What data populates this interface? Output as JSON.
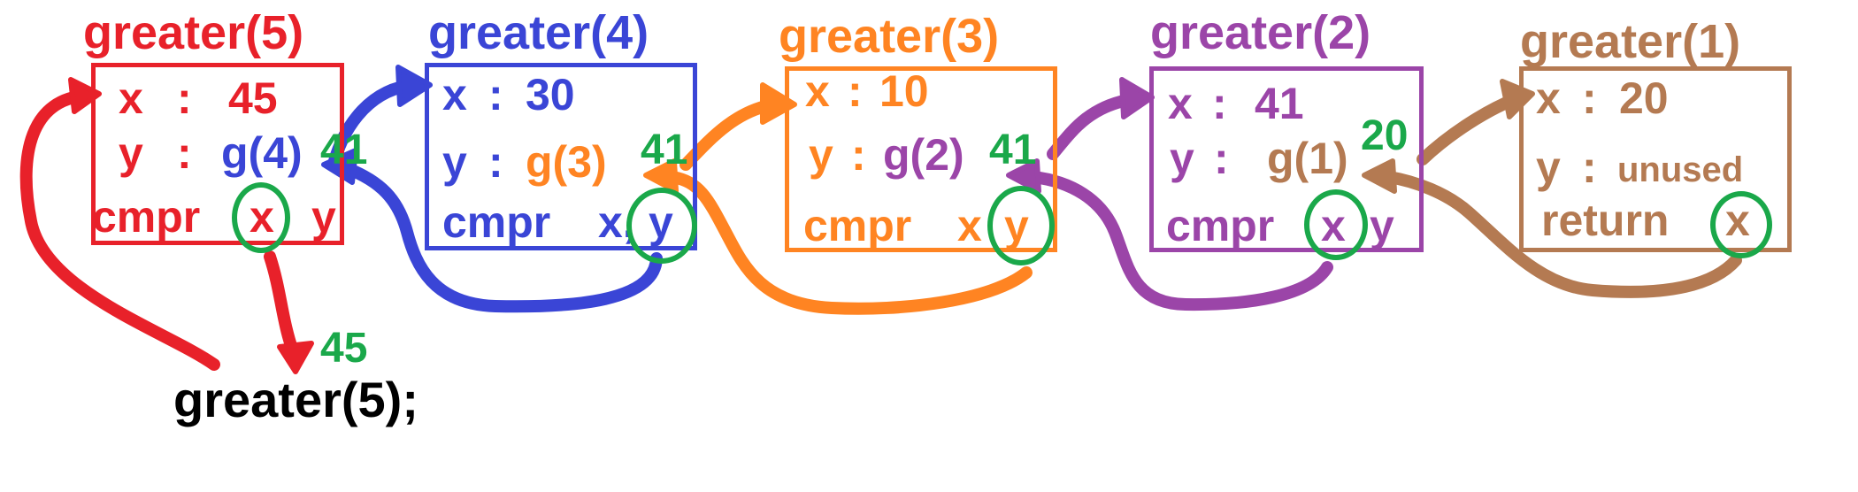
{
  "colors": {
    "g5": "#e8212a",
    "g4": "#3a45d6",
    "g3": "#ff8422",
    "g2": "#9b45a8",
    "g1": "#b47a52",
    "result": "#1aa84a",
    "call": "#000000"
  },
  "frames": [
    {
      "title": "greater(5)",
      "x_label": "x",
      "x_sep": ":",
      "x_value": "45",
      "y_label": "y",
      "y_sep": ":",
      "y_value": "g(4)",
      "last_prefix": "cmpr",
      "last_x": "x",
      "last_y": "y",
      "circled": "x",
      "returned_value": "41"
    },
    {
      "title": "greater(4)",
      "x_label": "x",
      "x_sep": ":",
      "x_value": "30",
      "y_label": "y",
      "y_sep": ":",
      "y_value": "g(3)",
      "last_prefix": "cmpr",
      "last_x": "x,",
      "last_y": "y",
      "circled": "y",
      "returned_value": "41"
    },
    {
      "title": "greater(3)",
      "x_label": "x",
      "x_sep": ":",
      "x_value": "10",
      "y_label": "y",
      "y_sep": ":",
      "y_value": "g(2)",
      "last_prefix": "cmpr",
      "last_x": "x",
      "last_y": "y",
      "circled": "y",
      "returned_value": "41"
    },
    {
      "title": "greater(2)",
      "x_label": "x",
      "x_sep": ":",
      "x_value": "41",
      "y_label": "y",
      "y_sep": ":",
      "y_value": "g(1)",
      "last_prefix": "cmpr",
      "last_x": "x",
      "last_y": "y",
      "circled": "x",
      "returned_value": "20"
    },
    {
      "title": "greater(1)",
      "x_label": "x",
      "x_sep": ":",
      "x_value": "20",
      "y_label": "y",
      "y_sep": ":",
      "y_value": "unused",
      "last_prefix": "return",
      "last_x": "x",
      "last_y": "",
      "circled": "x",
      "returned_value": ""
    }
  ],
  "initial_call": "greater(5);",
  "final_result": "45"
}
